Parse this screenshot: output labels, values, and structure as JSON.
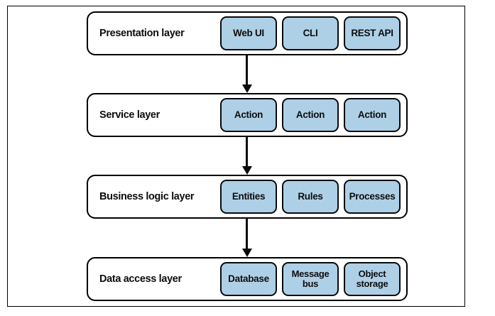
{
  "figure": {
    "type": "layered-architecture-diagram",
    "background_color": "#ffffff",
    "frame_color": "#000000",
    "component_fill_color": "#aed0e6",
    "component_border_color": "#0a0a0a",
    "connector_color": "#0a0a0a",
    "flow_direction": "top-to-bottom"
  },
  "layers": [
    {
      "label": "Presentation layer",
      "components": [
        {
          "label": "Web UI",
          "lines": [
            "Web UI"
          ]
        },
        {
          "label": "CLI",
          "lines": [
            "CLI"
          ]
        },
        {
          "label": "REST API",
          "lines": [
            "REST API"
          ]
        }
      ]
    },
    {
      "label": "Service layer",
      "components": [
        {
          "label": "Action",
          "lines": [
            "Action"
          ]
        },
        {
          "label": "Action",
          "lines": [
            "Action"
          ]
        },
        {
          "label": "Action",
          "lines": [
            "Action"
          ]
        }
      ]
    },
    {
      "label": "Business logic layer",
      "components": [
        {
          "label": "Entities",
          "lines": [
            "Entities"
          ]
        },
        {
          "label": "Rules",
          "lines": [
            "Rules"
          ]
        },
        {
          "label": "Processes",
          "lines": [
            "Processes"
          ]
        }
      ]
    },
    {
      "label": "Data access layer",
      "components": [
        {
          "label": "Database",
          "lines": [
            "Database"
          ]
        },
        {
          "label": "Message bus",
          "lines": [
            "Message",
            "bus"
          ]
        },
        {
          "label": "Object storage",
          "lines": [
            "Object",
            "storage"
          ]
        }
      ]
    }
  ],
  "connectors": [
    {
      "from": "Presentation layer",
      "to": "Service layer",
      "style": "solid-arrow-down"
    },
    {
      "from": "Service layer",
      "to": "Business logic layer",
      "style": "solid-arrow-down"
    },
    {
      "from": "Business logic layer",
      "to": "Data access layer",
      "style": "solid-arrow-down"
    }
  ]
}
